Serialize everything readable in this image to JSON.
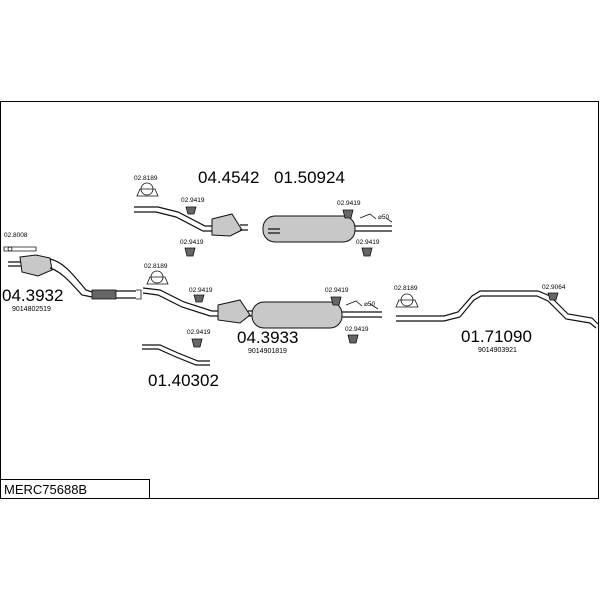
{
  "diagram_code": "MERC75688B",
  "parts": {
    "front_pipe_number": "04.3932",
    "front_pipe_oe": "9014802519",
    "front_clamp": "02.8008",
    "upper_cat_number": "04.4542",
    "upper_silencer_number": "01.50924",
    "middle_number": "04.3933",
    "middle_oe": "9014901819",
    "tail_number": "01.71090",
    "tail_oe": "9014903921",
    "lower_tail_number": "01.40302",
    "mount_8189_a": "02.8189",
    "mount_8189_b": "02.8189",
    "mount_8189_c": "02.8189",
    "hanger_9419_a": "02.9419",
    "hanger_9419_b": "02.9419",
    "hanger_9419_c": "02.9419",
    "hanger_9419_d": "02.9419",
    "hanger_9419_e": "02.9419",
    "hanger_9419_f": "02.9419",
    "hanger_9419_g": "02.9419",
    "hanger_9419_h": "02.9419",
    "clamp_9064": "02.9064",
    "diameter_upper": "⌀50",
    "diameter_middle": "⌀50"
  }
}
